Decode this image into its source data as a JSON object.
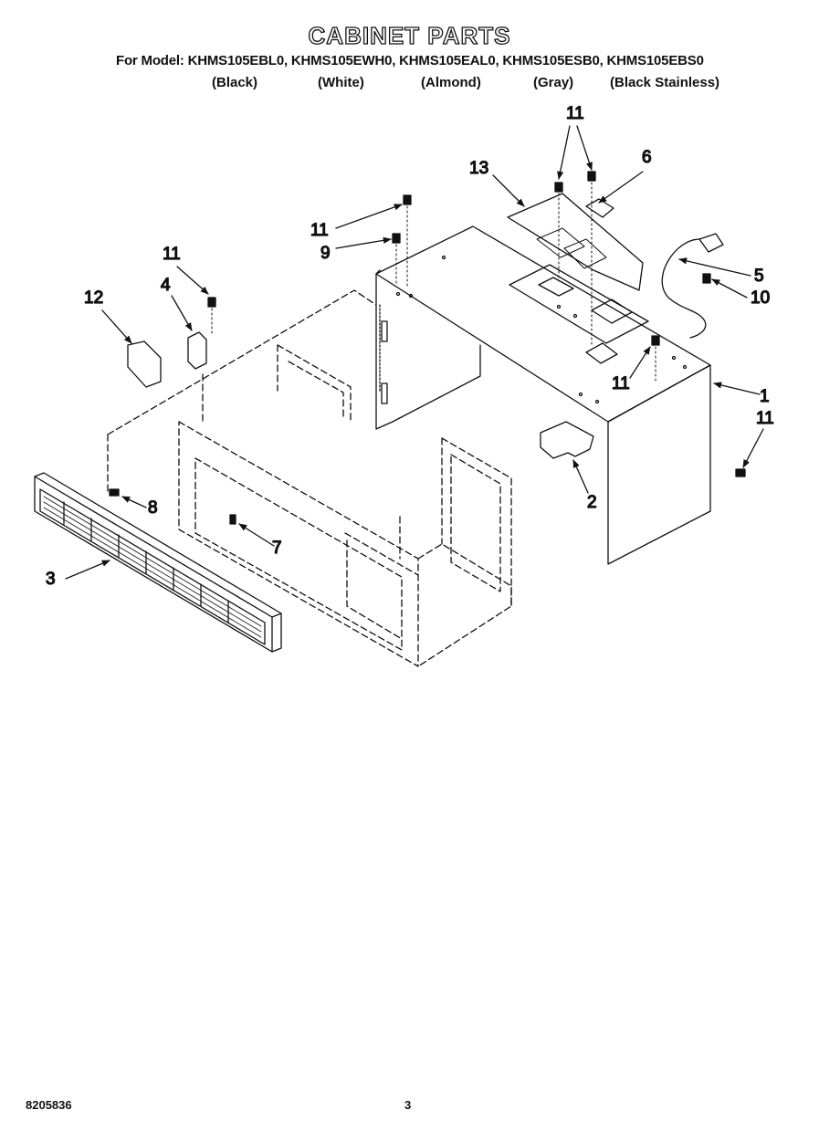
{
  "header": {
    "title": "CABINET PARTS",
    "models": "For Model: KHMS105EBL0, KHMS105EWH0, KHMS105EAL0, KHMS105ESB0, KHMS105EBS0",
    "colors": [
      "(Black)",
      "(White)",
      "(Almond)",
      "(Gray)",
      "(Black Stainless)"
    ]
  },
  "callouts": {
    "c1": "1",
    "c2": "2",
    "c3": "3",
    "c4": "4",
    "c5": "5",
    "c6": "6",
    "c7": "7",
    "c8": "8",
    "c9": "9",
    "c10": "10",
    "c11": "11",
    "c12": "12",
    "c13": "13"
  },
  "footer": {
    "doc_number": "8205836",
    "page_number": "3"
  }
}
